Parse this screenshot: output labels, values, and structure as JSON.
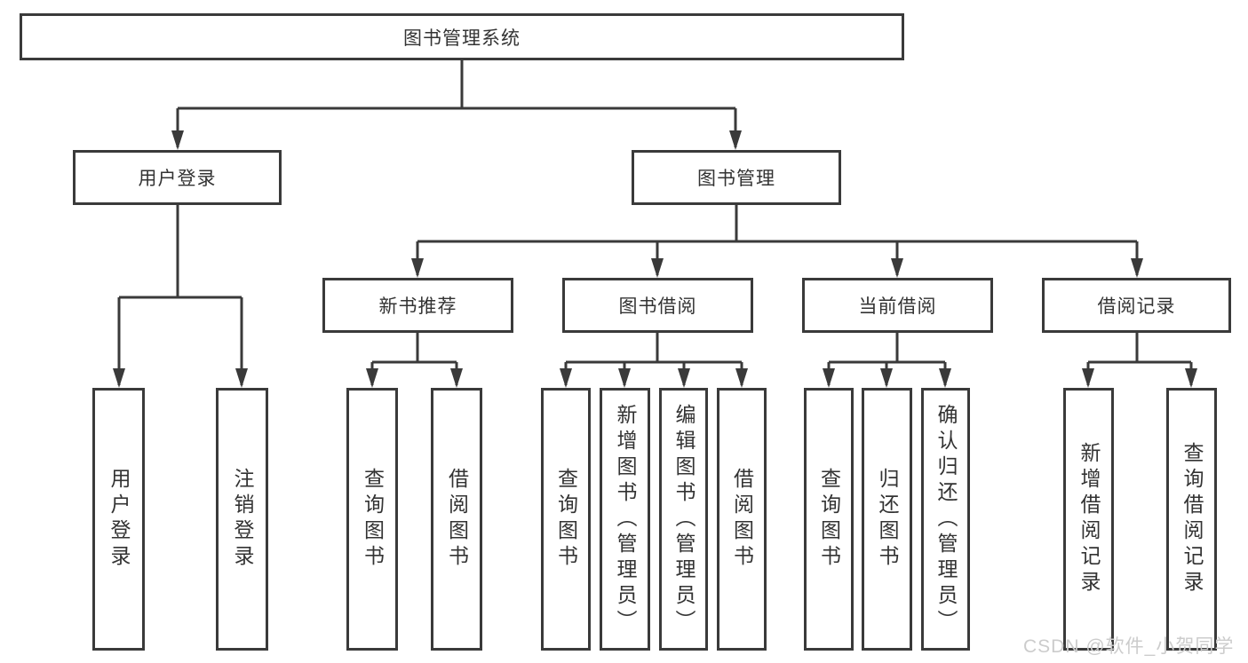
{
  "diagram": {
    "root": {
      "label": "图书管理系统"
    },
    "level2": [
      {
        "label": "用户登录"
      },
      {
        "label": "图书管理"
      }
    ],
    "level3": [
      {
        "label": "新书推荐"
      },
      {
        "label": "图书借阅"
      },
      {
        "label": "当前借阅"
      },
      {
        "label": "借阅记录"
      }
    ],
    "leaves": {
      "user_login": [
        "用户登录",
        "注销登录"
      ],
      "new_book_recommend": [
        "查询图书",
        "借阅图书"
      ],
      "book_borrow": [
        "查询图书",
        "新增图书（管理员）",
        "编辑图书（管理员）",
        "借阅图书"
      ],
      "current_borrow": [
        "查询图书",
        "归还图书",
        "确认归还（管理员）"
      ],
      "borrow_records": [
        "新增借阅记录",
        "查询借阅记录"
      ]
    },
    "colors": {
      "line": "#3a3a3a",
      "box_border": "#3a3a3a",
      "text": "#333333",
      "background": "#ffffff"
    }
  },
  "watermark": {
    "text": "CSDN @软件_小贺同学",
    "color": "#cccccc"
  }
}
